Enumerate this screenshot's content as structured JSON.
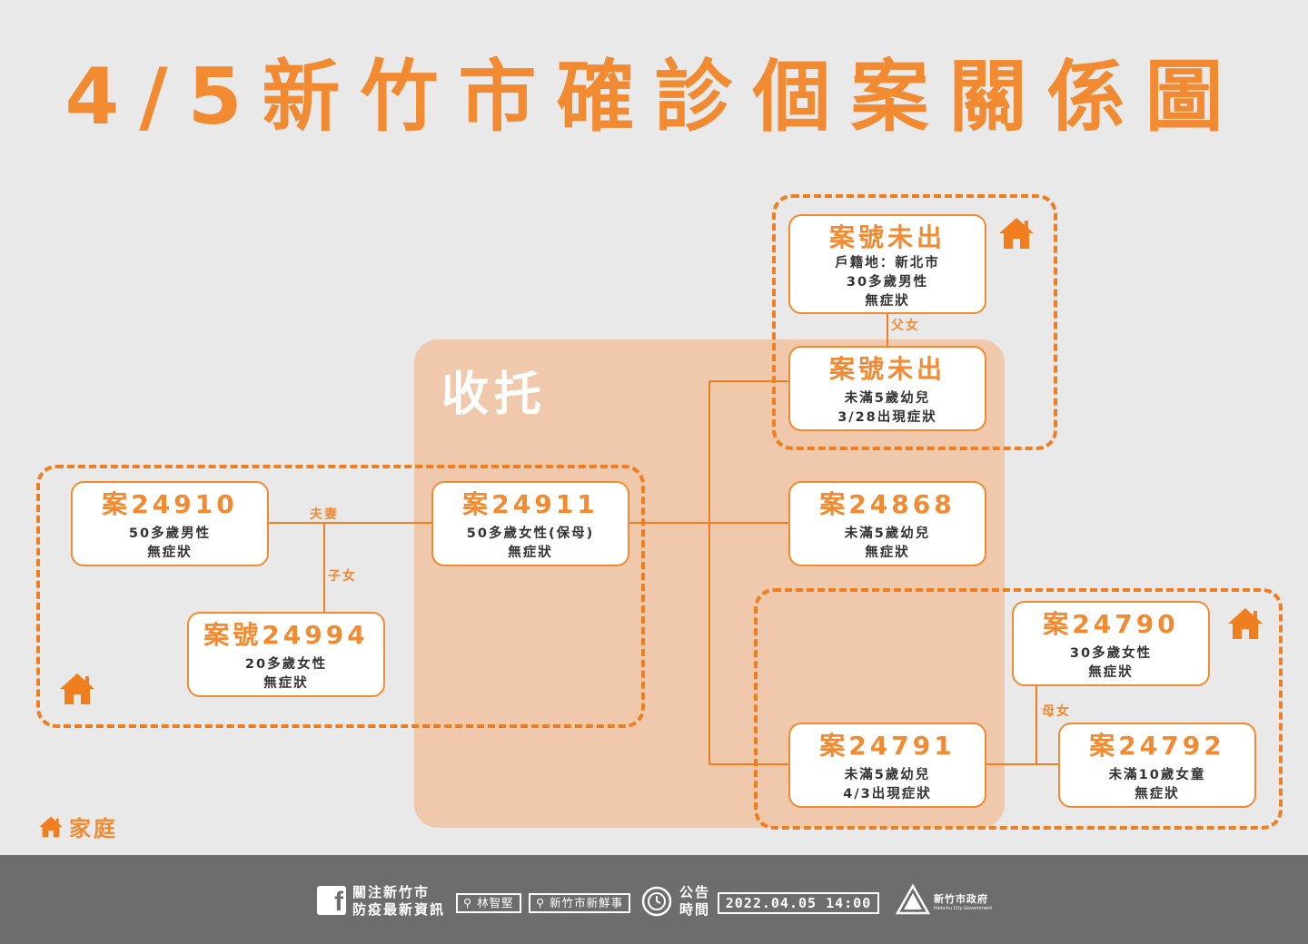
{
  "title": "4/5新竹市確診個案關係圖",
  "care_label": "收托",
  "cases": {
    "c_father": {
      "title": "案號未出",
      "lines": [
        "戶籍地：新北市",
        "30多歲男性",
        "無症狀"
      ]
    },
    "c_child_a": {
      "title": "案號未出",
      "lines": [
        "未滿5歲幼兒",
        "3/28出現症狀"
      ]
    },
    "c_24868": {
      "title": "案24868",
      "lines": [
        "未滿5歲幼兒",
        "無症狀"
      ]
    },
    "c_24910": {
      "title": "案24910",
      "lines": [
        "50多歲男性",
        "無症狀"
      ]
    },
    "c_24911": {
      "title": "案24911",
      "lines": [
        "50多歲女性(保母)",
        "無症狀"
      ]
    },
    "c_24994": {
      "title": "案號24994",
      "lines": [
        "20多歲女性",
        "無症狀"
      ]
    },
    "c_24790": {
      "title": "案24790",
      "lines": [
        "30多歲女性",
        "無症狀"
      ]
    },
    "c_24791": {
      "title": "案24791",
      "lines": [
        "未滿5歲幼兒",
        "4/3出現症狀"
      ]
    },
    "c_24792": {
      "title": "案24792",
      "lines": [
        "未滿10歲女童",
        "無症狀"
      ]
    }
  },
  "relations": {
    "father_daughter": "父女",
    "spouse": "夫妻",
    "children": "子女",
    "mother_daughter": "母女"
  },
  "legend": {
    "icon": "house-icon",
    "label": "家庭"
  },
  "footer": {
    "follow_line1": "關注新竹市",
    "follow_line2": "防疫最新資訊",
    "search1": "林智堅",
    "search2": "新竹市新鮮事",
    "pub_line1": "公告",
    "pub_line2": "時間",
    "datetime": "2022.04.05 14:00",
    "gov_name": "新竹市政府",
    "gov_en": "Hsinchu City Government"
  },
  "colors": {
    "accent": "#f28a31",
    "care_zone": "#f0c8ab",
    "background": "#e9e9ea",
    "footer": "#6d6d6f"
  }
}
